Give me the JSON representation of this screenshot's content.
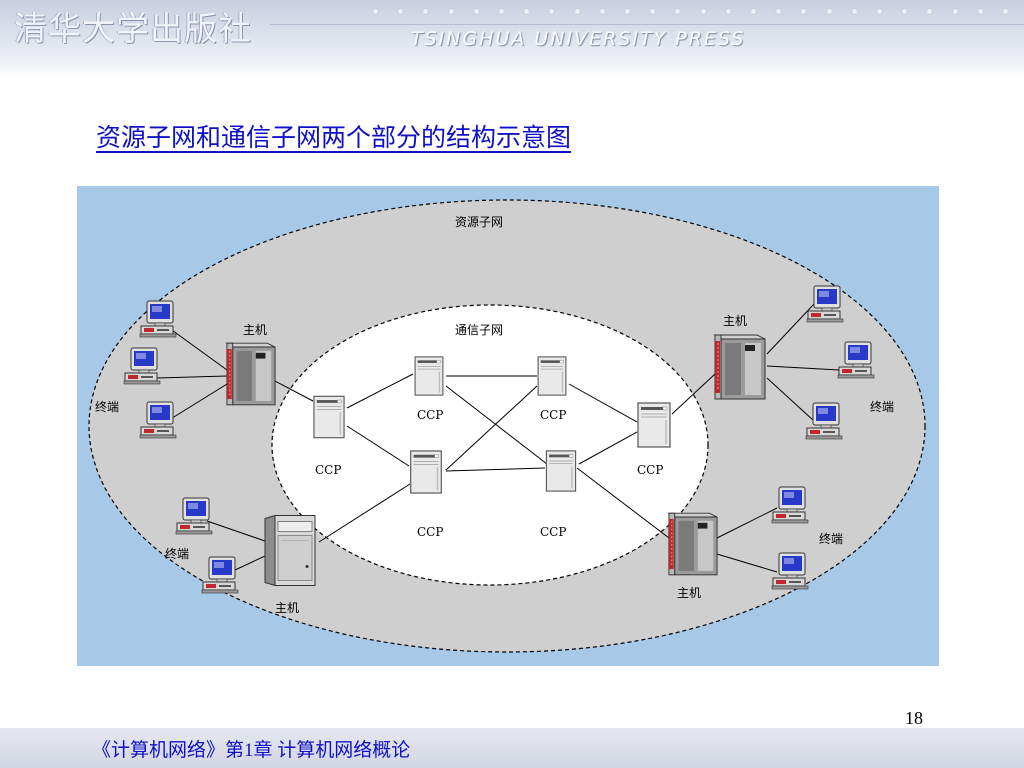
{
  "header": {
    "publisher_cn": "清华大学出版社",
    "publisher_en": "TSINGHUA UNIVERSITY PRESS"
  },
  "slide": {
    "title": "资源子网和通信子网两个部分的结构示意图",
    "page_number": "18"
  },
  "diagram": {
    "outer_region_label": "资源子网",
    "inner_region_label": "通信子网",
    "node_labels": {
      "ccp": "CCP",
      "host": "主机",
      "terminal": "终端"
    },
    "colors": {
      "panel_background": "#a8c8e8",
      "resource_subnet_fill": "#cfcfcf",
      "communication_subnet_fill": "#ffffff",
      "host_accent": "#c0282d"
    }
  },
  "footer": {
    "text": "《计算机网络》第1章  计算机网络概论"
  }
}
